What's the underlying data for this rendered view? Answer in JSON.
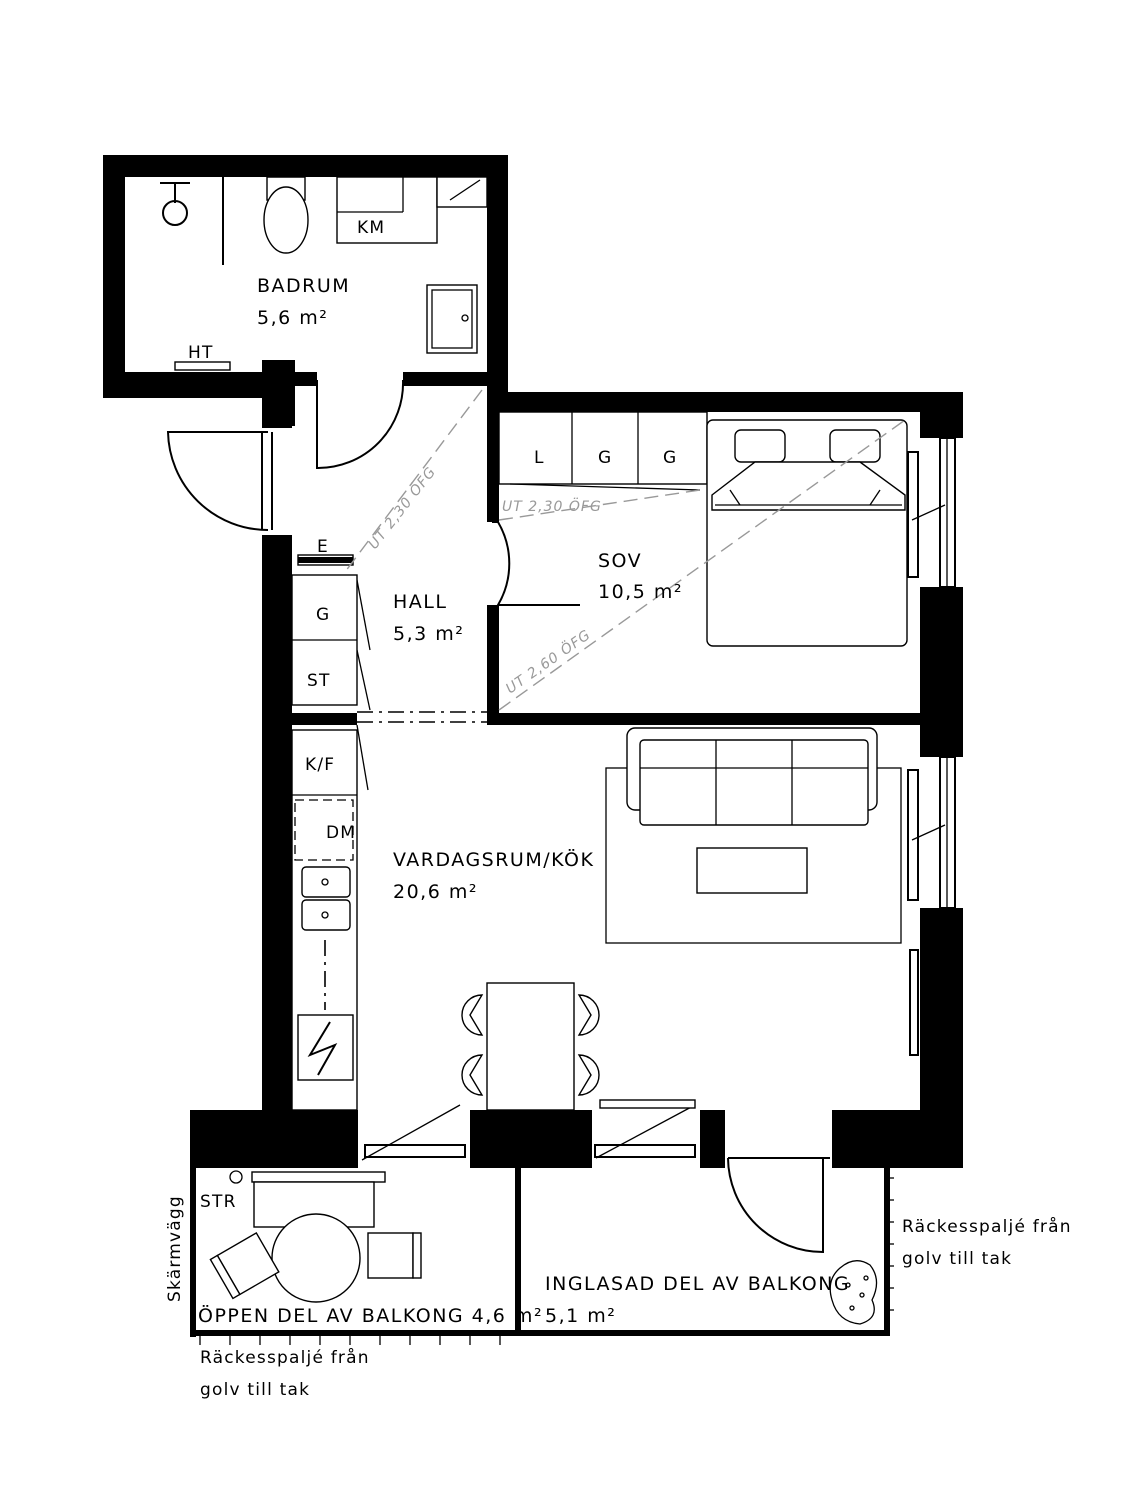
{
  "rooms": {
    "badrum": {
      "name": "BADRUM",
      "area": "5,6 m²"
    },
    "hall": {
      "name": "HALL",
      "area": "5,3 m²"
    },
    "sov": {
      "name": "SOV",
      "area": "10,5 m²"
    },
    "vardagsrum": {
      "name": "VARDAGSRUM/KÖK",
      "area": "20,6 m²"
    },
    "open_balcony": {
      "name": "ÖPPEN DEL AV BALKONG 4,6 m²"
    },
    "glazed_balcony": {
      "name": "INGLASAD DEL AV BALKONG",
      "area": "5,1 m²"
    }
  },
  "fixtures": {
    "km": "KM",
    "ht": "HT",
    "e": "E",
    "g_hall": "G",
    "st": "ST",
    "l": "L",
    "g1": "G",
    "g2": "G",
    "kf": "K/F",
    "dm": "DM",
    "str": "STR"
  },
  "ceiling_notes": {
    "hall": "UT 2,30 ÖFG",
    "sov_top": "UT 2,30 ÖFG",
    "sov_diag": "UT 2,60 ÖFG"
  },
  "annotations": {
    "skarmvagg": "Skärmvägg",
    "trellis_right_1": "Räckesspaljé från",
    "trellis_right_2": "golv till tak",
    "trellis_bottom_1": "Räckesspaljé från",
    "trellis_bottom_2": "golv till tak"
  }
}
